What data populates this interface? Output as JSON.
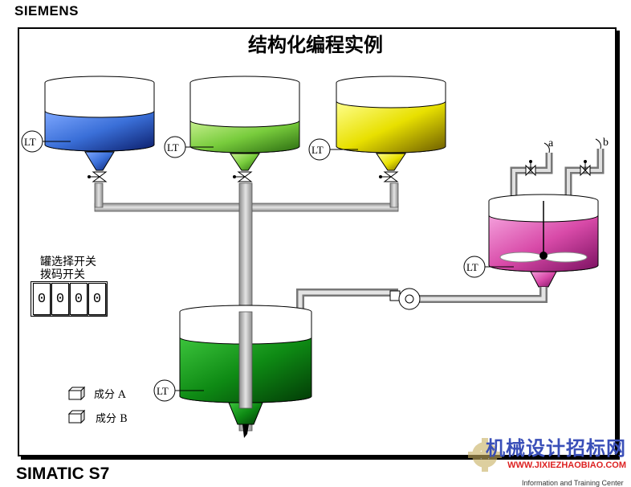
{
  "header": {
    "brand": "SIEMENS"
  },
  "diagram": {
    "title": "结构化编程实例",
    "level_sensor_label": "LT",
    "valves": {
      "a": "a",
      "b": "b"
    },
    "selector": {
      "title_line1": "罐选择开关",
      "title_line2": "拨码开关",
      "digits": [
        "0",
        "0",
        "0",
        "0"
      ]
    },
    "components": [
      {
        "label": "成分 A"
      },
      {
        "label": "成分 B"
      }
    ],
    "colors": {
      "tank_blue": "#3a6fd8",
      "tank_lightgreen": "#78cc3c",
      "tank_yellow": "#e8e000",
      "mixer_magenta": "#d84aa8",
      "tank_green": "#0e8a14",
      "pipe_gray": "#b8b8b8"
    }
  },
  "footer": {
    "product": "SIMATIC S7"
  },
  "watermark": {
    "title": "机械设计招标网",
    "url": "WWW.JIXIEZHAOBIAO.COM",
    "foot": "Information and Training Center"
  }
}
